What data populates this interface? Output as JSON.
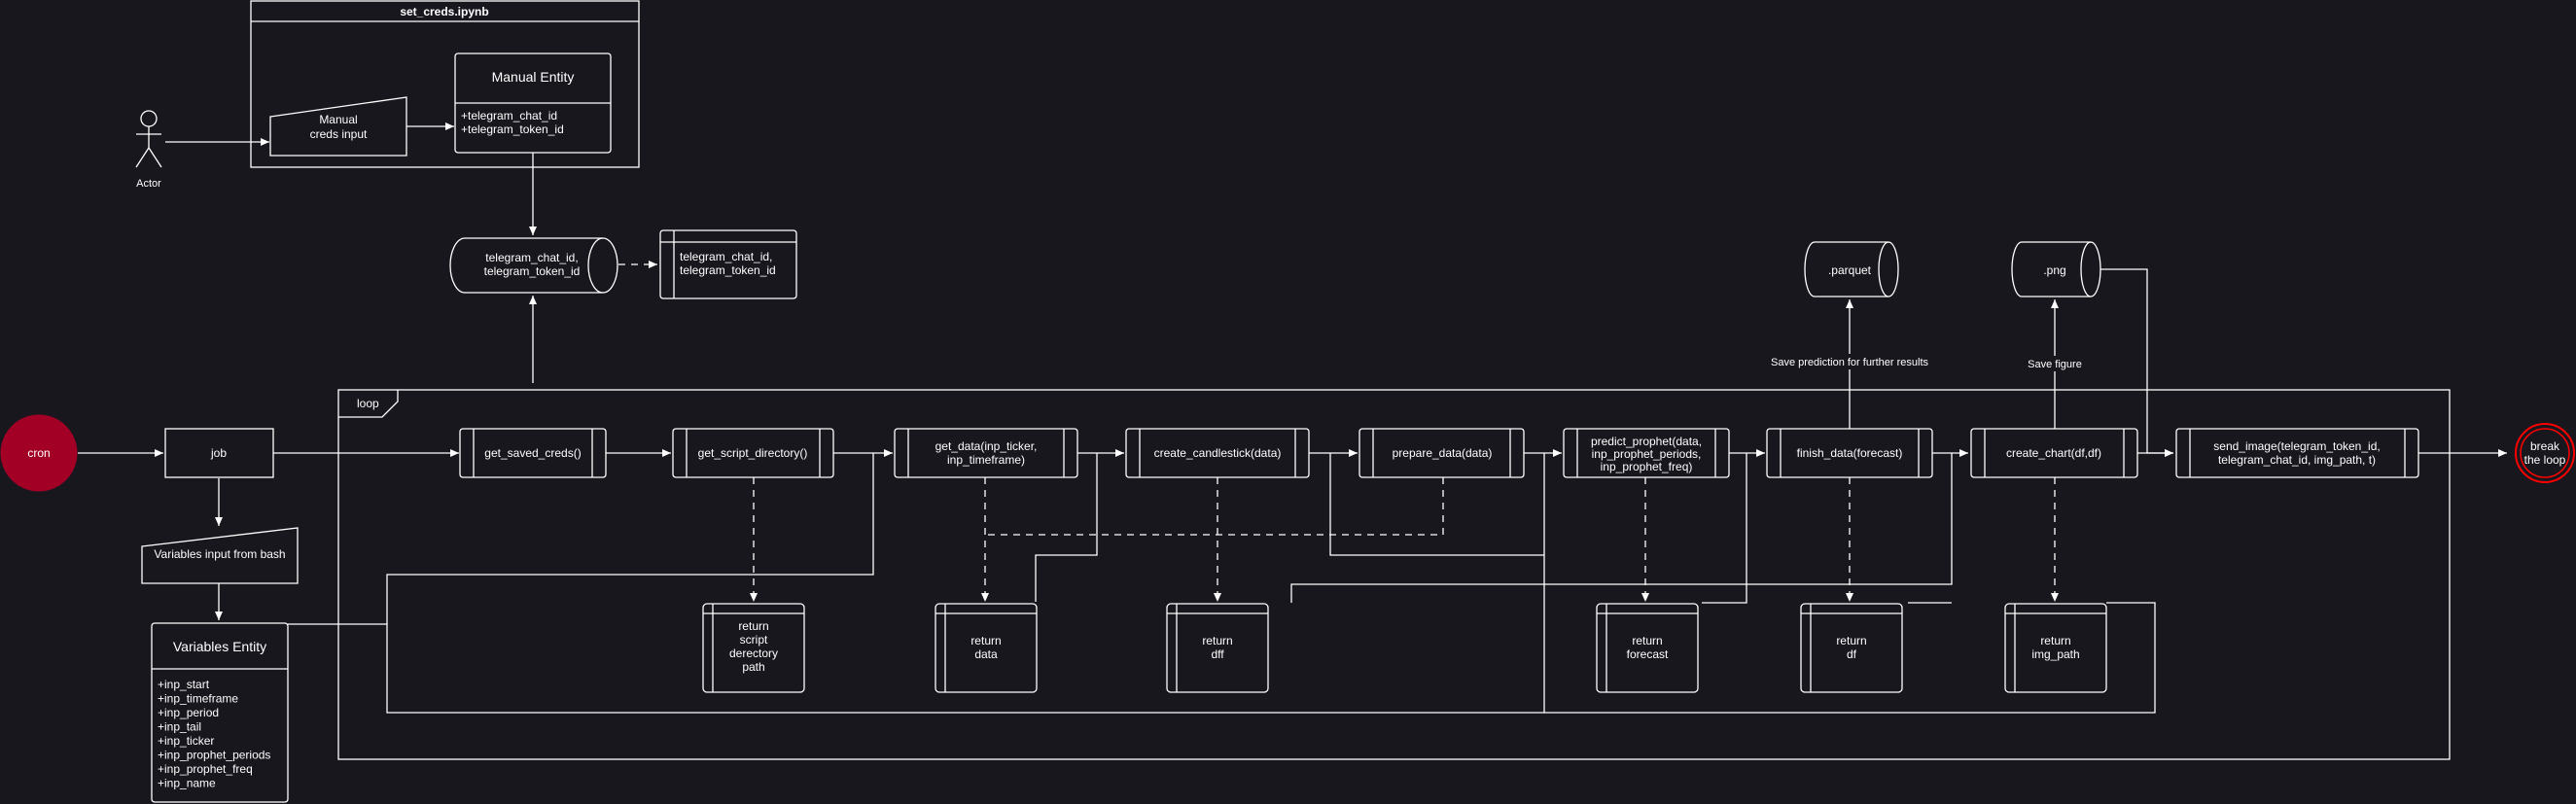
{
  "notebook": {
    "title": "set_creds.ipynb"
  },
  "actor": {
    "label": "Actor"
  },
  "manual_input": {
    "lines": [
      "Manual",
      "creds input"
    ]
  },
  "manual_entity": {
    "title": "Manual Entity",
    "fields": [
      "+telegram_chat_id",
      "+telegram_token_id"
    ]
  },
  "creds_store": {
    "lines": [
      "telegram_chat_id,",
      "telegram_token_id"
    ]
  },
  "creds_table": {
    "lines": [
      "telegram_chat_id,",
      "telegram_token_id"
    ]
  },
  "parquet": {
    "label": ".parquet"
  },
  "png": {
    "label": ".png"
  },
  "save_prediction_label": "Save prediction for further results",
  "save_figure_label": "Save figure",
  "loop": {
    "label": "loop"
  },
  "cron": {
    "label": "cron"
  },
  "job": {
    "label": "job"
  },
  "bash_input": {
    "label": "Variables input from bash"
  },
  "variables_entity": {
    "title": "Variables Entity",
    "fields": [
      "+inp_start",
      "+inp_timeframe",
      "+inp_period",
      "+inp_tail",
      "+inp_ticker",
      "+inp_prophet_periods",
      "+inp_prophet_freq",
      "+inp_name"
    ]
  },
  "process": {
    "get_saved_creds": [
      "get_saved_creds()"
    ],
    "get_script_directory": [
      "get_script_directory()"
    ],
    "get_data": [
      "get_data(inp_ticker,",
      "inp_timeframe)"
    ],
    "create_candlestick": [
      "create_candlestick(data)"
    ],
    "prepare_data": [
      "prepare_data(data)"
    ],
    "predict_prophet": [
      "predict_prophet(data,",
      "inp_prophet_periods,",
      "inp_prophet_freq)"
    ],
    "finish_data": [
      "finish_data(forecast)"
    ],
    "create_chart": [
      "create_chart(df,df)"
    ],
    "send_image": [
      "send_image(telegram_token_id,",
      "telegram_chat_id, img_path, t)"
    ]
  },
  "returns": {
    "script_dir": [
      "return",
      "script",
      "derectory",
      "path"
    ],
    "data": [
      "return",
      "data"
    ],
    "dff": [
      "return",
      "dff"
    ],
    "forecast": [
      "return",
      "forecast"
    ],
    "df": [
      "return",
      "df"
    ],
    "img_path": [
      "return",
      "img_path"
    ]
  },
  "terminator": {
    "lines": [
      "break",
      "the loop"
    ]
  },
  "colors": {
    "background": "#18171e",
    "stroke": "#ffffff",
    "cron_fill": "#a20025",
    "break_stroke": "#ff0000"
  }
}
